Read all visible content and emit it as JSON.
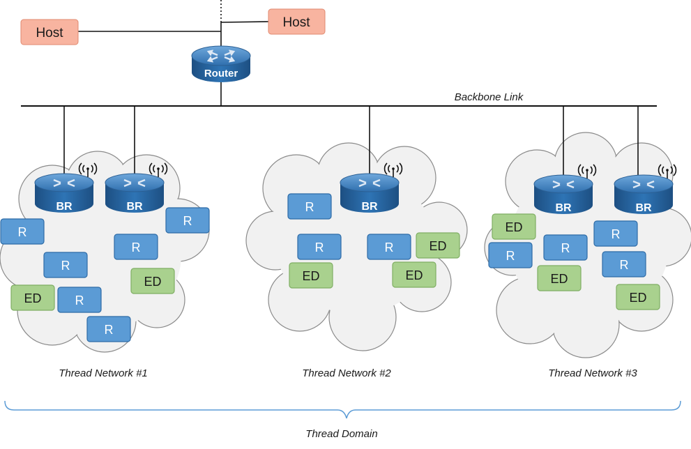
{
  "hosts": {
    "left": "Host",
    "right": "Host"
  },
  "router": {
    "label": "Router"
  },
  "backbone": {
    "label": "Backbone Link"
  },
  "border_router_label": "BR",
  "node_labels": {
    "router": "R",
    "end_device": "ED"
  },
  "networks": [
    {
      "caption": "Thread Network #1"
    },
    {
      "caption": "Thread Network #2"
    },
    {
      "caption": "Thread Network #3"
    }
  ],
  "domain": {
    "label": "Thread Domain"
  },
  "colors": {
    "host_fill": "#f8b4a0",
    "router_fill": "#5b9bd5",
    "end_device_fill": "#a9d18e",
    "device_body": "#2e74b5",
    "cloud_fill": "#f1f1f1",
    "domain_brace": "#5b9bd5"
  }
}
